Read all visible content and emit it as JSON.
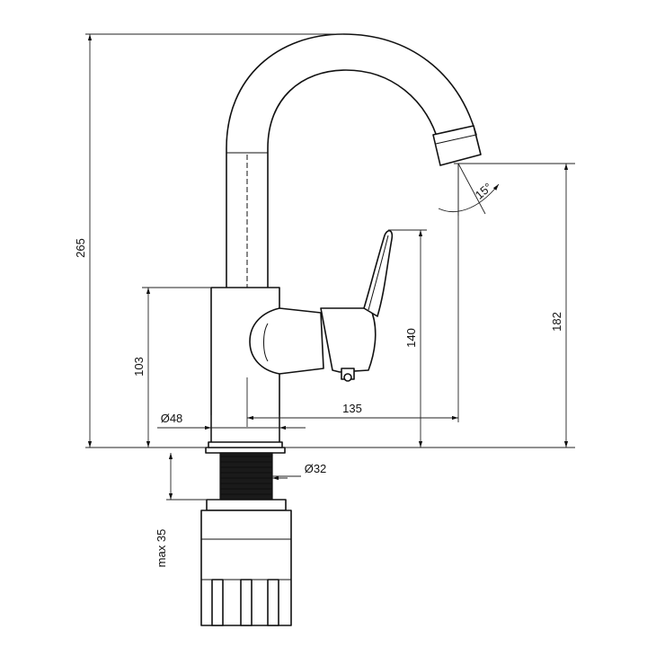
{
  "dimensions": {
    "height_total": "265",
    "height_to_spout": "182",
    "height_to_lever": "140",
    "reach": "135",
    "base_height": "103",
    "base_diameter": "Ø48",
    "thread_diameter": "Ø32",
    "max_thickness": "max 35",
    "spout_angle": "15°"
  }
}
